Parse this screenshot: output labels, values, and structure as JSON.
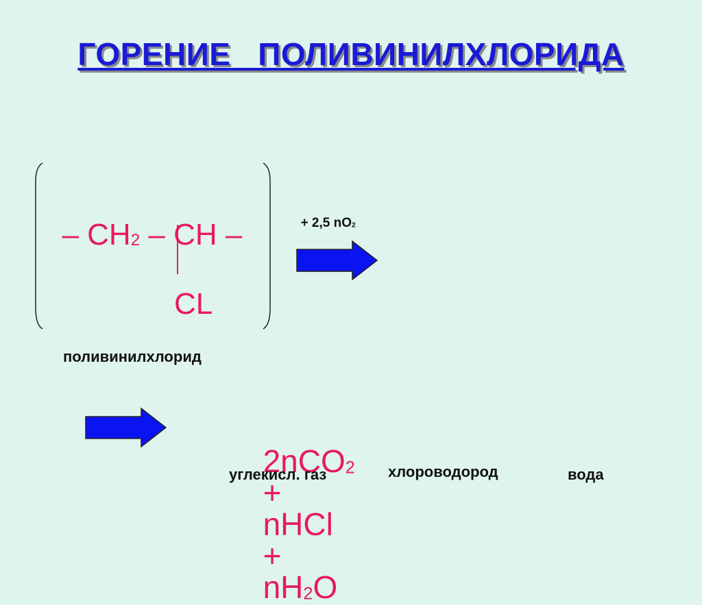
{
  "title": "ГОРЕНИЕ   ПОЛИВИНИЛХЛОРИДА",
  "monomer": {
    "left_dash": "– CH",
    "left_sub": "2",
    "right": "– CH –",
    "branch": "CL",
    "label": "поливинилхлорид"
  },
  "oxygen": {
    "text": "+ 2,5 nO",
    "sub": "2"
  },
  "products": {
    "co2_text": "2nCO",
    "co2_sub": "2",
    "plus1": "+",
    "hcl": "nHCl",
    "plus2": "+",
    "h2o_a": "nH",
    "h2o_sub": "2",
    "h2o_b": "O",
    "label_co2": "углекисл. газ",
    "label_hcl": "хлороводород",
    "label_h2o": "вода"
  },
  "colors": {
    "title": "#1a1ad6",
    "formula": "#e8195f",
    "arrow": "#0a14f0",
    "background": "#dff4ef"
  }
}
